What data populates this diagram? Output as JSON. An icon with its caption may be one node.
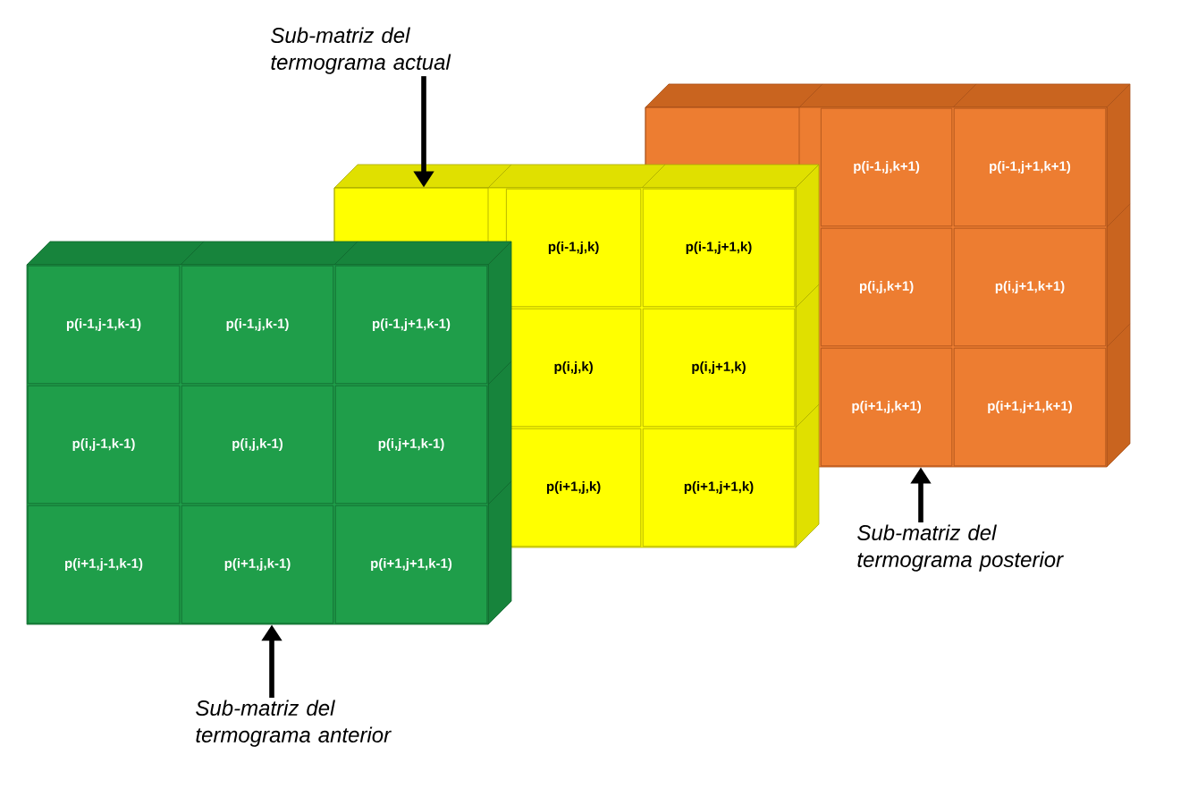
{
  "diagram": {
    "nodes": [
      {
        "text": [
          "Sub-matriz del termograma actual"
        ]
      },
      {
        "text": [],
        "shape": "box"
      },
      {
        "text": [
          "p(i-1,j,k+1)"
        ],
        "in": 1
      },
      {
        "text": [
          "p(i-1,j+1,k+1)"
        ],
        "in": 1
      },
      {
        "text": [
          "p(i,j,k+1)"
        ],
        "in": 1
      },
      {
        "text": [
          "p(i,j+1,k+1)"
        ],
        "in": 1
      },
      {
        "text": [
          "p(i+1,j,k+1)"
        ],
        "in": 1
      },
      {
        "text": [
          "p(i+1,j+1,k+1)"
        ],
        "in": 1
      },
      {
        "text": [],
        "shape": "box"
      },
      {
        "text": [
          "p(i-1,j,k)"
        ],
        "in": 8
      },
      {
        "text": [
          "p(i-1,j+1,k)"
        ]
      },
      {
        "text": [
          "p(i,j,k)"
        ],
        "in": 8
      },
      {
        "text": [
          "p(i,j+1,k)"
        ]
      },
      {
        "text": [
          "p(i+1,j,k)"
        ],
        "in": 8
      },
      {
        "text": [
          "p(i+1,j+1,k)"
        ],
        "in": 8
      },
      {
        "text": [],
        "shape": "box"
      },
      {
        "text": [
          "p(i-1,j-1,k-1)"
        ],
        "in": 15
      },
      {
        "text": [
          "p(i-1,j,k-1)"
        ],
        "in": 15
      },
      {
        "text": [
          "p(i-1,j+1,k-1)"
        ]
      },
      {
        "text": [
          "p(i,j-1,k-1)"
        ],
        "in": 15
      },
      {
        "text": [
          "p(i,j,k-1)"
        ],
        "in": 15
      },
      {
        "text": [
          "p(i,j+1,k-1)"
        ]
      },
      {
        "text": [
          "p(i+1,j-1,k-1)"
        ],
        "in": 15
      },
      {
        "text": [
          "p(i+1,j,k-1)"
        ],
        "in": 15
      },
      {
        "text": [
          "p(i+1,j+1,k-1)"
        ],
        "in": 15
      },
      {
        "text": [
          "Sub-matriz del termograma posterior"
        ]
      },
      {
        "text": [
          "Sub-matriz del termograma anterior"
        ]
      }
    ],
    "edges": [
      {
        "from": 0,
        "to": 8,
        "arrow": "to"
      },
      {
        "from": 25,
        "to": 1,
        "arrow": "to"
      },
      {
        "from": 26,
        "to": 15,
        "arrow": "to"
      }
    ]
  }
}
